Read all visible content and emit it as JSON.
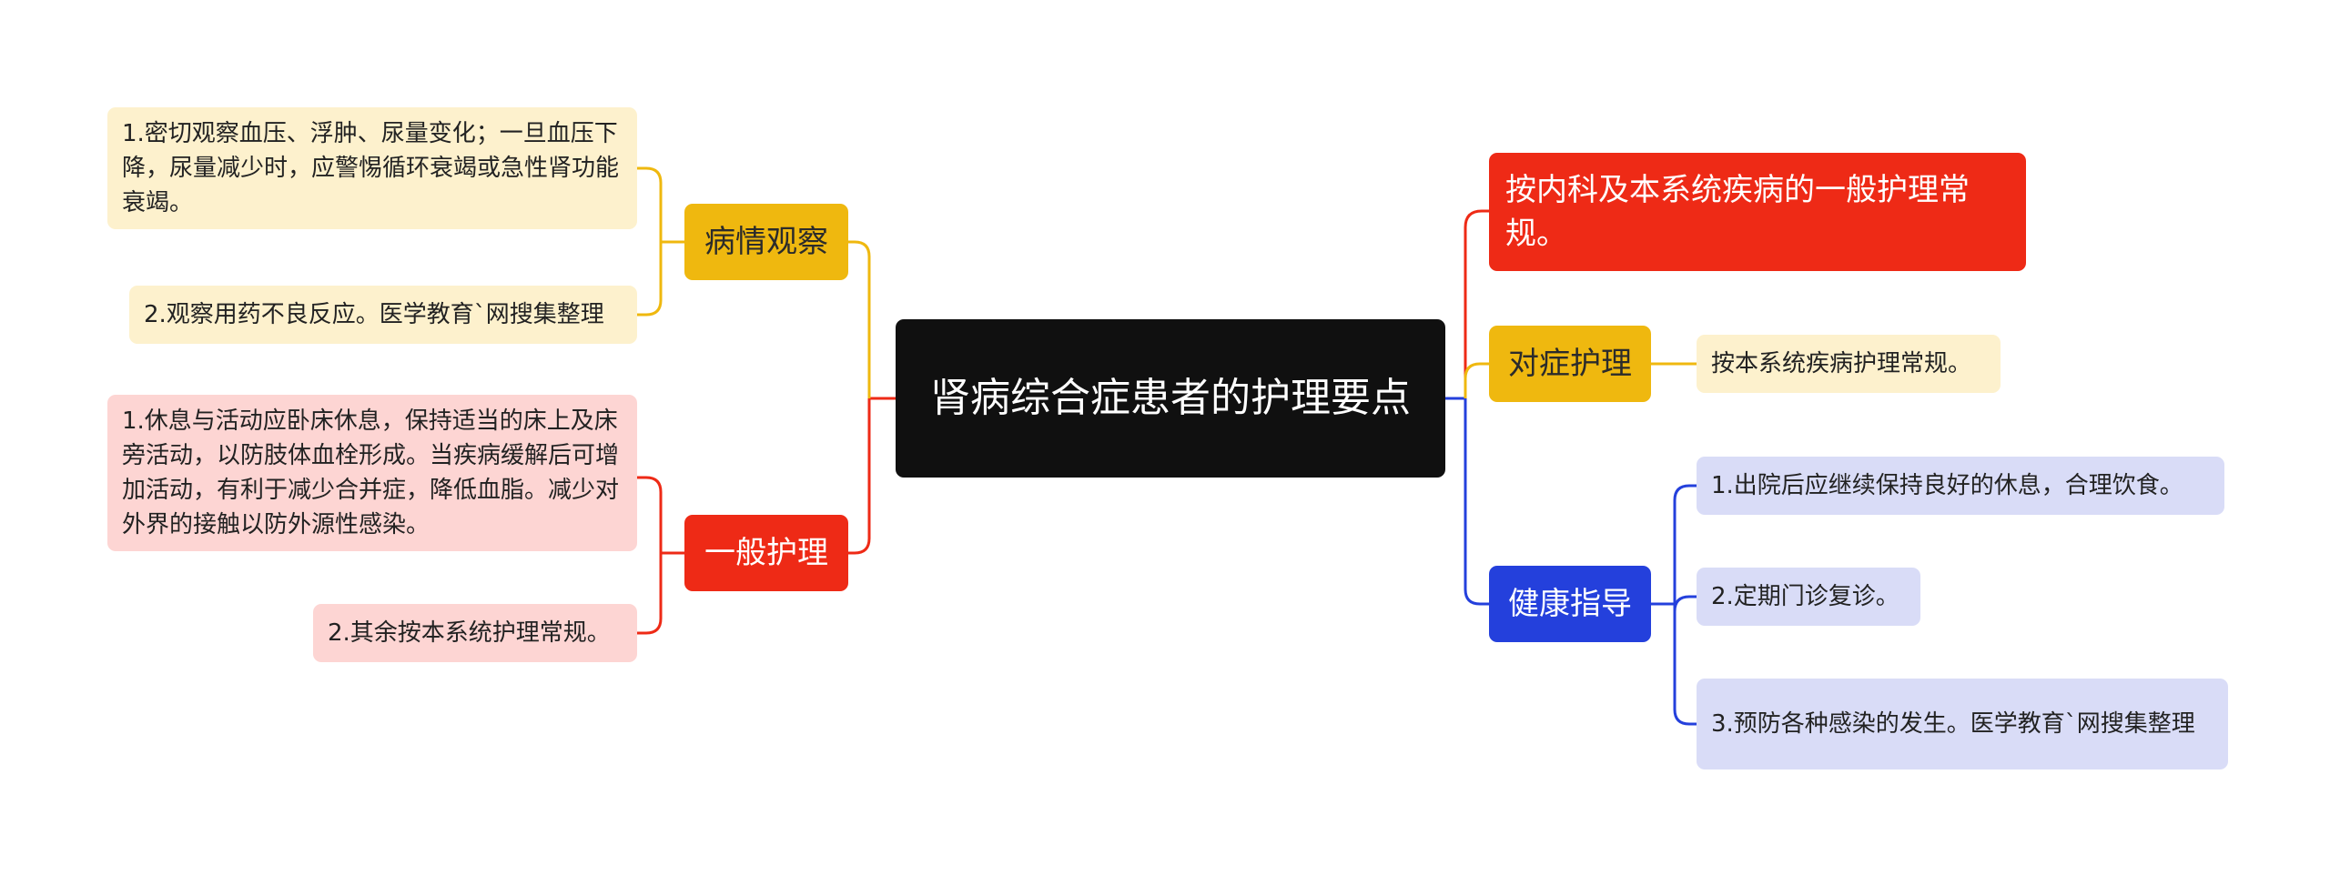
{
  "root": {
    "title": "肾病综合症患者的护理要点"
  },
  "colors": {
    "orange": "#efb80f",
    "red": "#ee2a16",
    "blue": "#2440dc",
    "root": "#101010"
  },
  "left_branches": [
    {
      "label": "病情观察",
      "color": "orange",
      "children": [
        "1.密切观察血压、浮肿、尿量变化；一旦血压下降，尿量减少时，应警惕循环衰竭或急性肾功能衰竭。",
        "2.观察用药不良反应。医学教育`网搜集整理"
      ]
    },
    {
      "label": "一般护理",
      "color": "red",
      "children": [
        "1.休息与活动应卧床休息，保持适当的床上及床旁活动，以防肢体血栓形成。当疾病缓解后可增加活动，有利于减少合并症，降低血脂。减少对外界的接触以防外源性感染。",
        "2.其余按本系统护理常规。"
      ]
    }
  ],
  "right_branches": [
    {
      "label": "按内科及本系统疾病的一般护理常规。",
      "color": "red",
      "children": []
    },
    {
      "label": "对症护理",
      "color": "orange",
      "children": [
        "按本系统疾病护理常规。"
      ]
    },
    {
      "label": "健康指导",
      "color": "blue",
      "children": [
        "1.出院后应继续保持良好的休息，合理饮食。",
        "2.定期门诊复诊。",
        "3.预防各种感染的发生。医学教育`网搜集整理"
      ]
    }
  ]
}
